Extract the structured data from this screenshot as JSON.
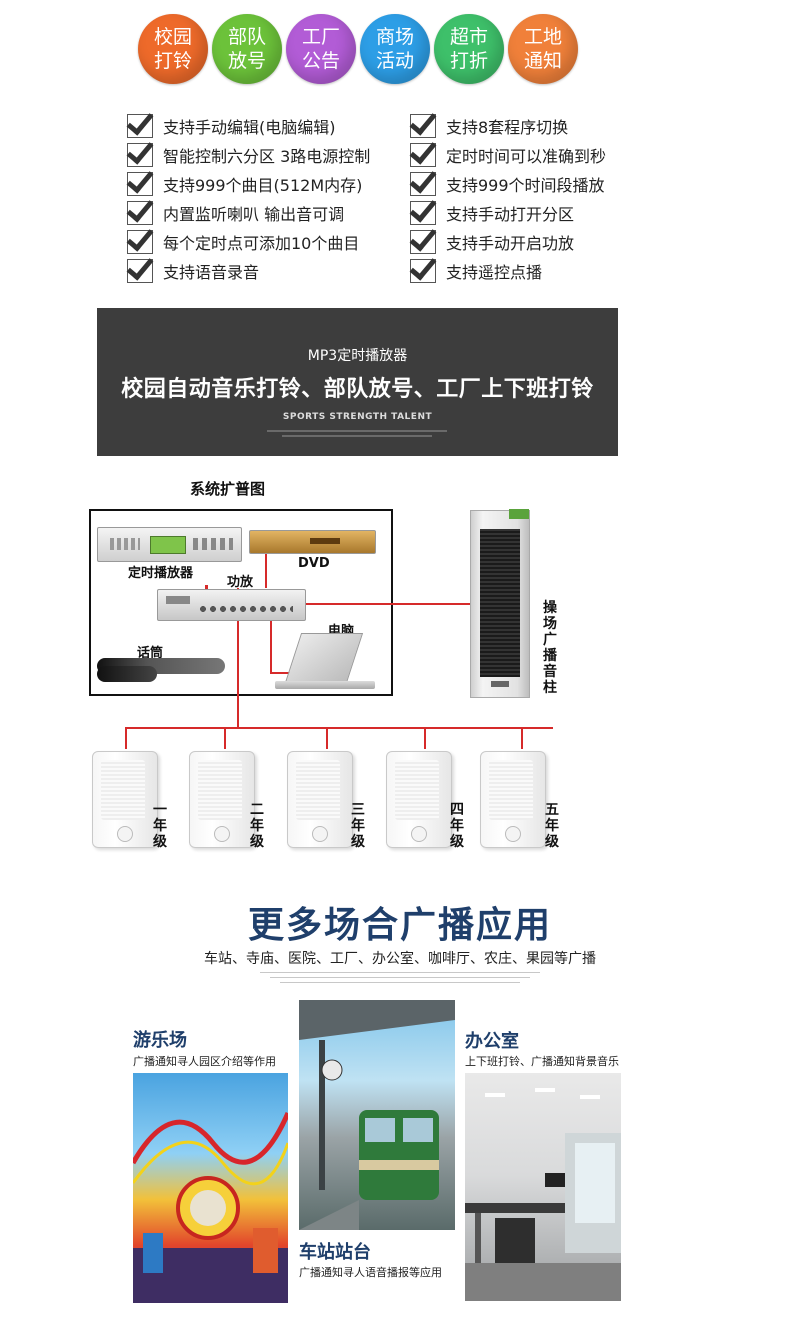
{
  "circles": [
    {
      "line1": "校园",
      "line2": "打铃",
      "color": "#ee6a2a"
    },
    {
      "line1": "部队",
      "line2": "放号",
      "color": "#6cc23a"
    },
    {
      "line1": "工厂",
      "line2": "公告",
      "color": "#b25cd6"
    },
    {
      "line1": "商场",
      "line2": "活动",
      "color": "#2d9ee6"
    },
    {
      "line1": "超市",
      "line2": "打折",
      "color": "#3ec06a"
    },
    {
      "line1": "工地",
      "line2": "通知",
      "color": "#f0803a"
    }
  ],
  "features_left": [
    "支持手动编辑(电脑编辑)",
    "智能控制六分区 3路电源控制",
    "支持999个曲目(512M内存)",
    "内置监听喇叭 输出音可调",
    "每个定时点可添加10个曲目",
    "支持语音录音"
  ],
  "features_right": [
    "支持8套程序切换",
    "定时时间可以准确到秒",
    "支持999个时间段播放",
    "支持手动打开分区",
    "支持手动开启功放",
    "支持遥控点播"
  ],
  "banner": {
    "subtitle": "MP3定时播放器",
    "title": "校园自动音乐打铃、部队放号、工厂上下班打铃",
    "tagline": "SPORTS STRENGTH TALENT"
  },
  "diagram": {
    "title": "系统扩普图",
    "player_label": "定时播放器",
    "dvd_label": "DVD",
    "amp_label": "功放",
    "pc_label": "电脑",
    "mic_label": "话筒",
    "column_label": "操场广播音柱",
    "speakers": [
      "一年级",
      "二年级",
      "三年级",
      "四年级",
      "五年级"
    ]
  },
  "more": {
    "title": "更多场合广播应用",
    "subtitle": "车站、寺庙、医院、工厂、办公室、咖啡厅、农庄、果园等广播"
  },
  "scenes": {
    "park": {
      "title": "游乐场",
      "desc": "广播通知寻人园区介绍等作用"
    },
    "station": {
      "title": "车站站台",
      "desc": "广播通知寻人语音播报等应用"
    },
    "office": {
      "title": "办公室",
      "desc": "上下班打铃、广播通知背景音乐"
    }
  }
}
